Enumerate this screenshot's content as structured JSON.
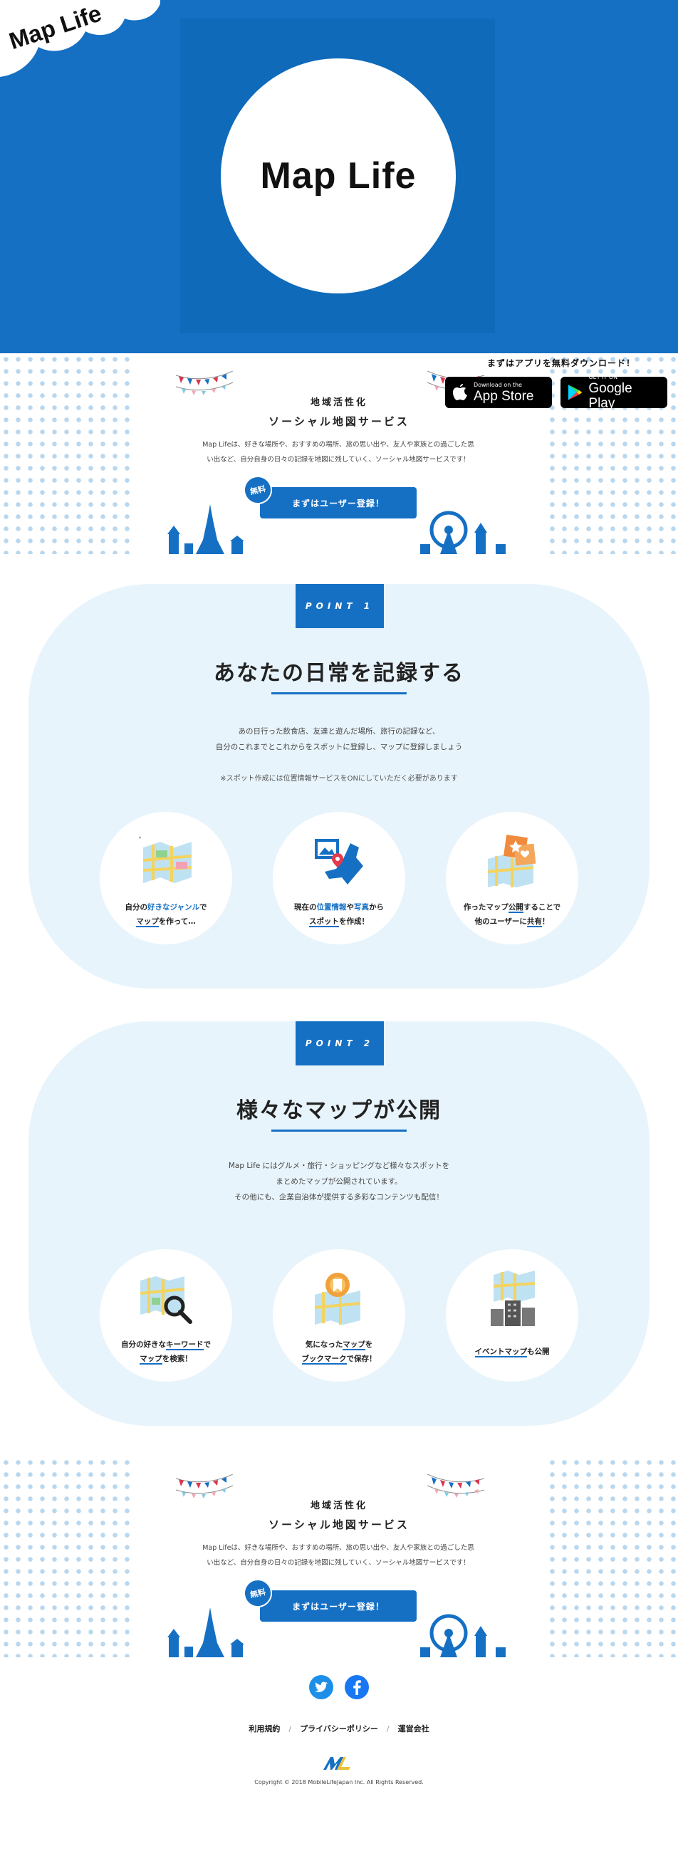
{
  "brand": {
    "name": "Map Life",
    "cloud_label": "Map Life"
  },
  "colors": {
    "primary": "#1570c4",
    "light_bg": "#e8f4fb"
  },
  "download": {
    "header": "まずはアプリを無料ダウンロード！",
    "app_store_small": "Download on the",
    "app_store_big": "App Store",
    "google_small": "GET IT ON",
    "google_big": "Google Play"
  },
  "promo": {
    "tagline": "地域活性化",
    "subtitle": "ソーシャル地図サービス",
    "description_1": "Map Lifeは、好きな場所や、おすすめの場所、旅の思い出や、友人や家族との過ごした思",
    "description_2": "い出など、自分自身の日々の記録を地図に残していく、ソーシャル地図サービスです！",
    "free_badge": "無料",
    "register_button": "まずはユーザー登録！"
  },
  "point1": {
    "tab": "POINT 1",
    "title": "あなたの日常を記録する",
    "desc_1": "あの日行った飲食店、友達と遊んだ場所、旅行の記録など、",
    "desc_2": "自分のこれまでとこれからをスポットに登録し、マップに登録しましょう",
    "note": "※スポット作成には位置情報サービスをONにしていただく必要があります",
    "features": [
      {
        "a": "自分の",
        "b": "好きなジャンル",
        "c": "で",
        "d": "マップ",
        "e": "を作って…"
      },
      {
        "a": "現在の",
        "b": "位置情報",
        "c": "や",
        "d": "写真",
        "e": "から",
        "f": "スポット",
        "g": "を作成！"
      },
      {
        "a": "作ったマップ",
        "b": "公開",
        "c": "することで",
        "d": "他のユーザーに",
        "e": "共有",
        "f": "！"
      }
    ]
  },
  "point2": {
    "tab": "POINT 2",
    "title": "様々なマップが公開",
    "desc_1": "Map Life にはグルメ・旅行・ショッピングなど様々なスポットを",
    "desc_2": "まとめたマップが公開されています。",
    "desc_3": "その他にも、企業自治体が提供する多彩なコンテンツも配信！",
    "features": [
      {
        "a": "自分の好きな",
        "b": "キーワード",
        "c": "で",
        "d": "マップ",
        "e": "を検索！"
      },
      {
        "a": "気になった",
        "b": "マップ",
        "c": "を",
        "d": "ブックマーク",
        "e": "で保存！"
      },
      {
        "a": "イベントマップ",
        "b": "も公開"
      }
    ]
  },
  "footer": {
    "links": [
      "利用規約",
      "プライバシーポリシー",
      "運営会社"
    ],
    "separator": "/",
    "copyright": "Copyright © 2018 MobileLifeJapan Inc. All Rights Reserved.",
    "logo_text": "ML"
  }
}
